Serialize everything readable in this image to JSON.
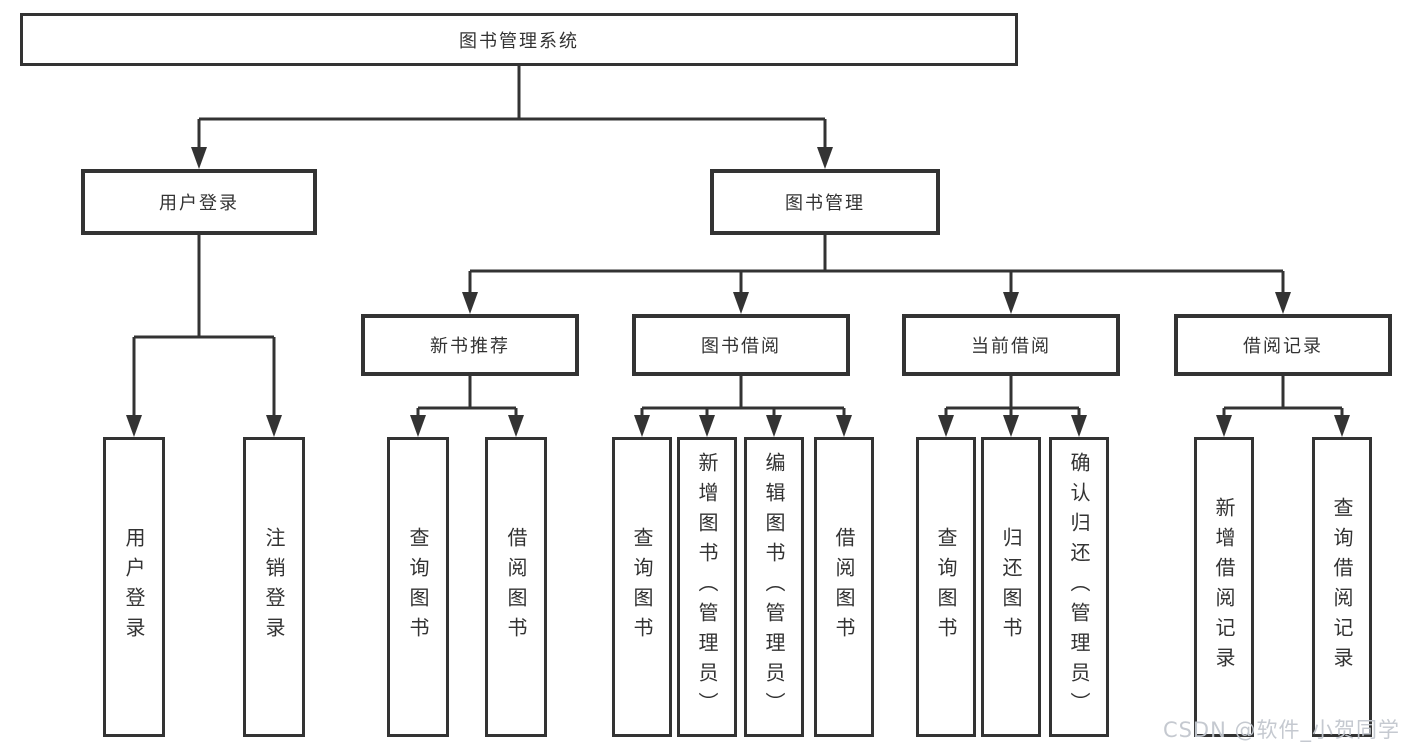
{
  "diagram": {
    "root": {
      "label": "图书管理系统"
    },
    "level2": [
      {
        "label": "用户登录"
      },
      {
        "label": "图书管理"
      }
    ],
    "level3": [
      {
        "label": "新书推荐"
      },
      {
        "label": "图书借阅"
      },
      {
        "label": "当前借阅"
      },
      {
        "label": "借阅记录"
      }
    ],
    "leaves": {
      "user_login": [
        {
          "label": "用户登录"
        },
        {
          "label": "注销登录"
        }
      ],
      "new_book": [
        {
          "label": "查询图书"
        },
        {
          "label": "借阅图书"
        }
      ],
      "book_borrow": [
        {
          "label": "查询图书"
        },
        {
          "label": "新增图书（管理员）"
        },
        {
          "label": "编辑图书（管理员）"
        },
        {
          "label": "借阅图书"
        }
      ],
      "current_borrow": [
        {
          "label": "查询图书"
        },
        {
          "label": "归还图书"
        },
        {
          "label": "确认归还（管理员）"
        }
      ],
      "borrow_records": [
        {
          "label": "新增借阅记录"
        },
        {
          "label": "查询借阅记录"
        }
      ]
    }
  },
  "watermark": {
    "text": "CSDN @软件_小贺同学"
  },
  "colors": {
    "line": "#333333",
    "text": "#333333",
    "bg": "#ffffff",
    "watermark": "#c2c7ce"
  }
}
